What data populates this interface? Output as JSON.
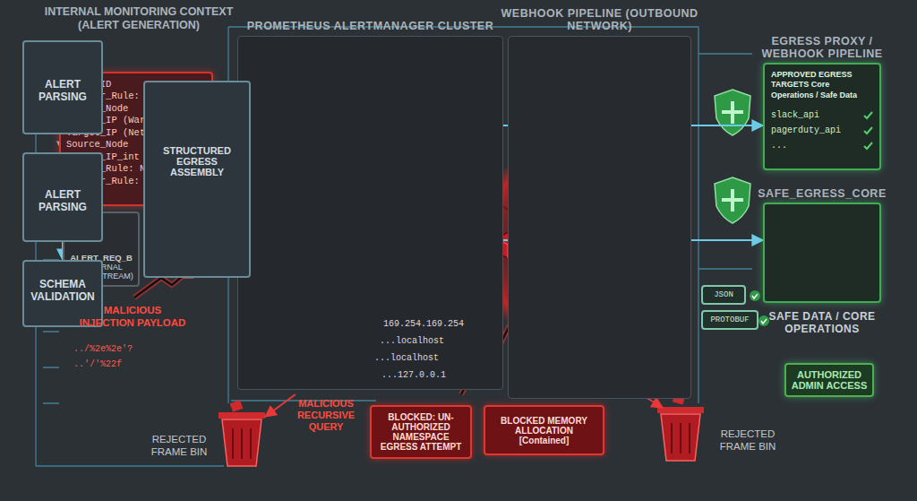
{
  "diagram": {
    "nodes": [
      {
        "text": [
          "Alert_ID",
          "Trigger_Rule: HighLatency",
          "Source_Node",
          "Target_IP (Warning!)",
          "Target_IP (Neta: %2os%2f",
          "Source_Node",
          "Target_IP_int",
          "Target_Rule: Name",
          "Trigger_Rule: \"(Warning!)\"",
          "..."
        ]
      },
      {
        "text": [
          "ALERT_REQ_B",
          "(INTERNAL ALERT STREAM)"
        ]
      },
      {
        "text": [
          "PROMETHEUS ALERTMANAGER CLUSTER"
        ]
      },
      {
        "text": [
          "ALERT PARSING"
        ],
        "in": 2
      },
      {
        "text": [
          "ALERT PARSING"
        ],
        "in": 2
      },
      {
        "text": [
          "SCHEMA VALIDATION"
        ],
        "in": 2
      },
      {
        "text": [
          "STRUCTURED EGRESS ASSEMBLY"
        ],
        "in": 2
      },
      {
        "text": [
          "WEBHOOK PIPELINE (OUTBOUND NETWORK)"
        ]
      },
      {
        "text": [
          "BLOCKED: UN-AUTHORIZED NAMESPACE EGRESS ATTEMPT"
        ]
      },
      {
        "text": [
          "BLOCKED MEMORY ALLOCATION [Contained]"
        ]
      },
      {
        "text": [
          "EGRESS PROXY / WEBHOOK PIPELINE",
          "APPROVED EGRESS TARGETS Core Operations / Safe Data",
          "slack_api",
          "pagerduty_api",
          "..."
        ]
      },
      {
        "text": [
          "SAFE_EGRESS_CORE",
          "SAFE DATA / CORE OPERATIONS"
        ]
      },
      {
        "text": [
          "JSON"
        ]
      },
      {
        "text": [
          "PROTOBUF"
        ]
      },
      {
        "text": [
          "AUTHORIZED ADMIN ACCESS"
        ]
      }
    ],
    "edges": [
      {
        "from": 0,
        "to": 3,
        "arrow": "to"
      },
      {
        "from": 1,
        "to": 4,
        "arrow": "to"
      },
      {
        "from": 3,
        "to": 4,
        "arrow": "to"
      },
      {
        "from": 4,
        "to": 5,
        "arrow": "to"
      },
      {
        "from": 4,
        "to": 6,
        "arrow": "to"
      },
      {
        "from": 3,
        "to": 6,
        "arrow": "to"
      },
      {
        "from": 6,
        "to": 10,
        "arrow": "to"
      },
      {
        "from": 6,
        "to": 11,
        "arrow": "to"
      }
    ],
    "labels": [
      "INTERNAL MONITORING CONTEXT (ALERT GENERATION)",
      "MALICIOUS INJECTION PAYLOAD",
      "../%2e%2e'?",
      "..'/'%22f",
      "169.254.169.254",
      "...localhost",
      "...localhost",
      "...127.0.0.1",
      "MALICIOUS RECURSIVE QUERY",
      "REJECTED FRAME BIN",
      "REJECTED FRAME BIN"
    ]
  }
}
